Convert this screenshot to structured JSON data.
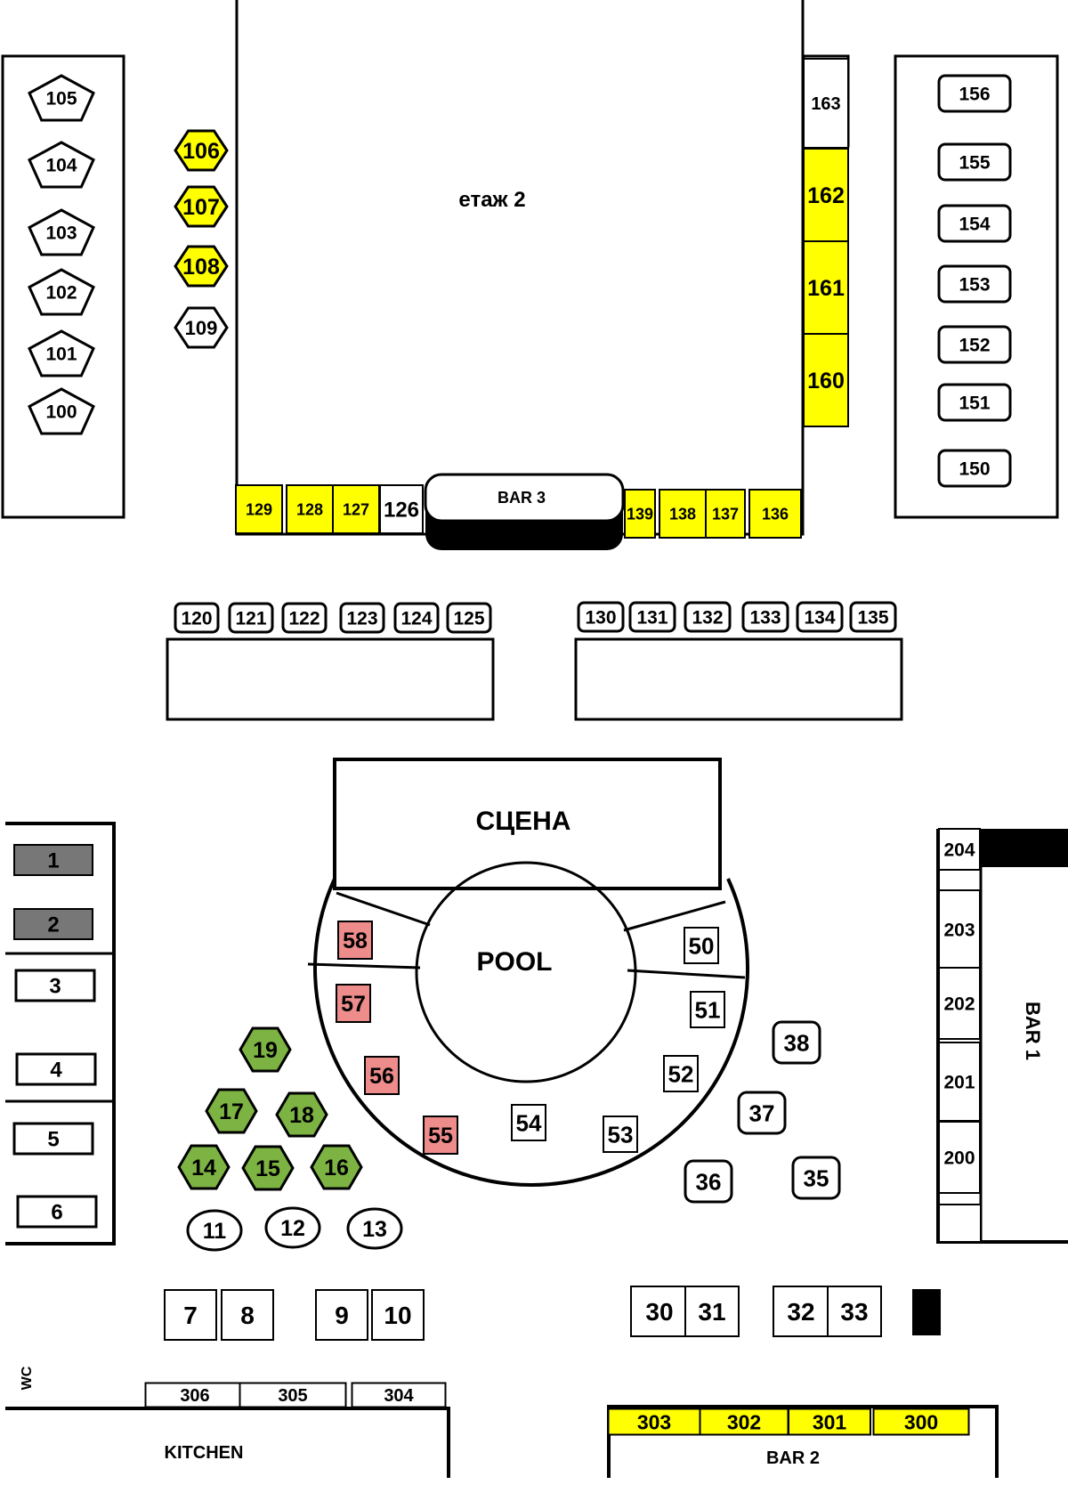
{
  "colors": {
    "reserved_yellow": "#ffff00",
    "reserved_pink": "#ee8c8c",
    "reserved_green": "#7cb342",
    "reserved_gray": "#777777",
    "free": "#ffffff",
    "outline": "#000000"
  },
  "labels": {
    "floor2": "етаж 2",
    "bar3": "BAR 3",
    "stage": "СЦЕНА",
    "pool": "POOL",
    "bar1": "BAR 1",
    "bar2": "BAR 2",
    "kitchen": "KITCHEN",
    "wc": "WC"
  },
  "tables": {
    "pent_left": [
      {
        "n": "105",
        "status": "free"
      },
      {
        "n": "104",
        "status": "free"
      },
      {
        "n": "103",
        "status": "free"
      },
      {
        "n": "102",
        "status": "free"
      },
      {
        "n": "101",
        "status": "free"
      },
      {
        "n": "100",
        "status": "free"
      }
    ],
    "hex_left": [
      {
        "n": "106",
        "status": "yellow"
      },
      {
        "n": "107",
        "status": "yellow"
      },
      {
        "n": "108",
        "status": "yellow"
      },
      {
        "n": "109",
        "status": "free"
      }
    ],
    "right_col": [
      {
        "n": "163",
        "status": "free"
      },
      {
        "n": "162",
        "status": "yellow"
      },
      {
        "n": "161",
        "status": "yellow"
      },
      {
        "n": "160",
        "status": "yellow"
      }
    ],
    "right_boxes": [
      {
        "n": "156",
        "status": "free"
      },
      {
        "n": "155",
        "status": "free"
      },
      {
        "n": "154",
        "status": "free"
      },
      {
        "n": "153",
        "status": "free"
      },
      {
        "n": "152",
        "status": "free"
      },
      {
        "n": "151",
        "status": "free"
      },
      {
        "n": "150",
        "status": "free"
      }
    ],
    "bar3_left": [
      {
        "n": "129",
        "status": "yellow"
      },
      {
        "n": "128",
        "status": "yellow"
      },
      {
        "n": "127",
        "status": "yellow"
      },
      {
        "n": "126",
        "status": "free"
      }
    ],
    "bar3_right": [
      {
        "n": "139",
        "status": "yellow"
      },
      {
        "n": "138",
        "status": "yellow"
      },
      {
        "n": "137",
        "status": "yellow"
      },
      {
        "n": "136",
        "status": "yellow"
      }
    ],
    "row_120": [
      {
        "n": "120",
        "status": "free"
      },
      {
        "n": "121",
        "status": "free"
      },
      {
        "n": "122",
        "status": "free"
      },
      {
        "n": "123",
        "status": "free"
      },
      {
        "n": "124",
        "status": "free"
      },
      {
        "n": "125",
        "status": "free"
      }
    ],
    "row_130": [
      {
        "n": "130",
        "status": "free"
      },
      {
        "n": "131",
        "status": "free"
      },
      {
        "n": "132",
        "status": "free"
      },
      {
        "n": "133",
        "status": "free"
      },
      {
        "n": "134",
        "status": "free"
      },
      {
        "n": "135",
        "status": "free"
      }
    ],
    "left_wall": [
      {
        "n": "1",
        "status": "gray"
      },
      {
        "n": "2",
        "status": "gray"
      },
      {
        "n": "3",
        "status": "free"
      },
      {
        "n": "4",
        "status": "free"
      },
      {
        "n": "5",
        "status": "free"
      },
      {
        "n": "6",
        "status": "free"
      }
    ],
    "green_hex": [
      {
        "n": "19",
        "status": "green"
      },
      {
        "n": "17",
        "status": "green"
      },
      {
        "n": "18",
        "status": "green"
      },
      {
        "n": "14",
        "status": "green"
      },
      {
        "n": "15",
        "status": "green"
      },
      {
        "n": "16",
        "status": "green"
      }
    ],
    "circles": [
      {
        "n": "11",
        "status": "free"
      },
      {
        "n": "12",
        "status": "free"
      },
      {
        "n": "13",
        "status": "free"
      }
    ],
    "pink": [
      {
        "n": "58",
        "status": "pink"
      },
      {
        "n": "57",
        "status": "pink"
      },
      {
        "n": "56",
        "status": "pink"
      },
      {
        "n": "55",
        "status": "pink"
      }
    ],
    "pool_ring": [
      {
        "n": "54",
        "status": "free"
      },
      {
        "n": "53",
        "status": "free"
      },
      {
        "n": "52",
        "status": "free"
      },
      {
        "n": "51",
        "status": "free"
      },
      {
        "n": "50",
        "status": "free"
      }
    ],
    "round_right": [
      {
        "n": "38",
        "status": "free"
      },
      {
        "n": "37",
        "status": "free"
      },
      {
        "n": "36",
        "status": "free"
      },
      {
        "n": "35",
        "status": "free"
      }
    ],
    "bar1_seats": [
      {
        "n": "204",
        "status": "free"
      },
      {
        "n": "203",
        "status": "free"
      },
      {
        "n": "202",
        "status": "free"
      },
      {
        "n": "201",
        "status": "free"
      },
      {
        "n": "200",
        "status": "free"
      }
    ],
    "bottom_pairs": [
      {
        "n": "7",
        "status": "free"
      },
      {
        "n": "8",
        "status": "free"
      },
      {
        "n": "9",
        "status": "free"
      },
      {
        "n": "10",
        "status": "free"
      },
      {
        "n": "30",
        "status": "free"
      },
      {
        "n": "31",
        "status": "free"
      },
      {
        "n": "32",
        "status": "free"
      },
      {
        "n": "33",
        "status": "free"
      }
    ],
    "kitchen_row": [
      {
        "n": "306",
        "status": "free"
      },
      {
        "n": "305",
        "status": "free"
      },
      {
        "n": "304",
        "status": "free"
      }
    ],
    "bar2_row": [
      {
        "n": "303",
        "status": "yellow"
      },
      {
        "n": "302",
        "status": "yellow"
      },
      {
        "n": "301",
        "status": "yellow"
      },
      {
        "n": "300",
        "status": "yellow"
      }
    ]
  }
}
